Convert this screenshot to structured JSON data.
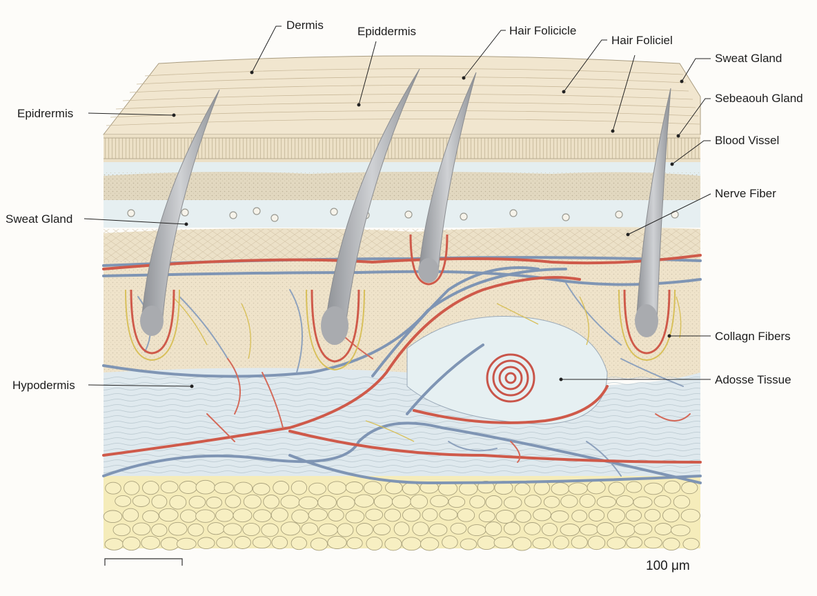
{
  "labels": {
    "dermis_top": "Dermis",
    "epiddermis_top": "Epiddermis",
    "hair_folicicle": "Hair Folicicle",
    "hair_foliciel": "Hair Foliciel",
    "sweat_gland_right": "Sweat Gland",
    "sebeaouh_gland": "Sebeaouh Gland",
    "blood_vissel": "Blood Vissel",
    "nerve_fiber": "Nerve Fiber",
    "collagn_fibers": "Collagn Fibers",
    "adosse_tissue": "Adosse Tissue",
    "epidrermis_left": "Epidrermis",
    "sweat_gland_left": "Sweat Gland",
    "hypodermis_left": "Hypodermis"
  },
  "scale_bar": {
    "text": "100 μm"
  },
  "colors": {
    "surface": "#efe3cb",
    "dermis_band": "#ece0c6",
    "light_blue": "#e4eef0",
    "dotted_layer": "#ddd3bd",
    "fat_cells": "#f5ebb6",
    "artery": "#cf5a4a",
    "vein": "#7f95b4",
    "nerve": "#d8c05a",
    "hair": "#a7a9ad"
  }
}
